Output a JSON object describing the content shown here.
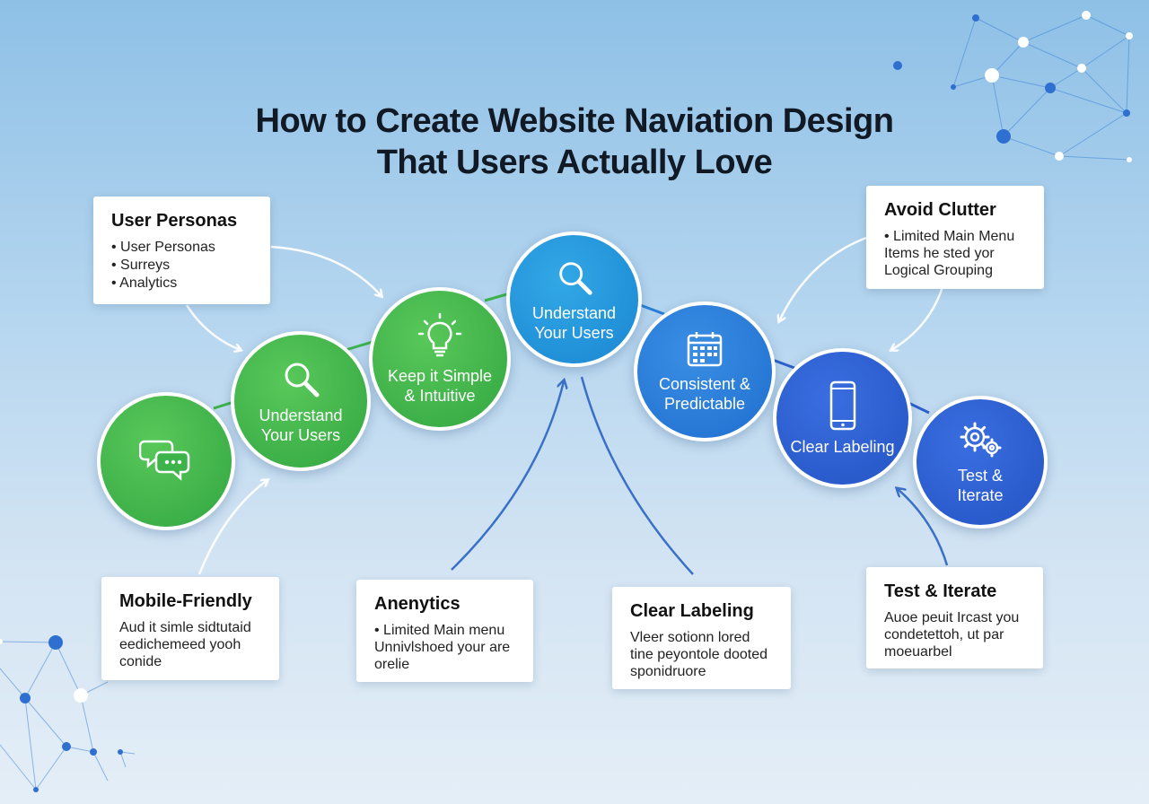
{
  "title": {
    "line1": "How to Create Website Naviation Design",
    "line2": "That Users Actually Love"
  },
  "colors": {
    "green": "#3cb44a",
    "blue_light": "#2aa0e0",
    "blue_mid": "#2b7fd8",
    "blue_dark": "#2d5fcf",
    "arrow": "#ffffff",
    "arrow_blue": "#3a70c8"
  },
  "nodes": [
    {
      "id": "chat",
      "label": "",
      "icon": "chat-bubbles-icon"
    },
    {
      "id": "understand-left",
      "label_line1": "Understand",
      "label_line2": "Your Users",
      "icon": "magnifier-icon"
    },
    {
      "id": "simple",
      "label_line1": "Keep it Simple",
      "label_line2": "& Intuitive",
      "icon": "lightbulb-icon"
    },
    {
      "id": "understand-center",
      "label_line1": "Understand",
      "label_line2": "Your Users",
      "icon": "magnifier-icon"
    },
    {
      "id": "consistent",
      "label_line1": "Consistent &",
      "label_line2": "Predictable",
      "icon": "calendar-icon"
    },
    {
      "id": "clear",
      "label_line1": "Clear Labeling",
      "label_line2": "",
      "icon": "smartphone-icon"
    },
    {
      "id": "test",
      "label_line1": "Test &",
      "label_line2": "Iterate",
      "icon": "gears-icon"
    }
  ],
  "cards": {
    "user_personas": {
      "title": "User Personas",
      "items": [
        "• User Personas",
        "• Surreys",
        "• Analytics"
      ]
    },
    "avoid_clutter": {
      "title": "Avoid Clutter",
      "lines": [
        "• Limited Main Menu",
        "Items he sted yor",
        "Logical Grouping"
      ]
    },
    "mobile_friendly": {
      "title": "Mobile-Friendly",
      "lines": [
        "Aud it simle sidtutaid",
        "eedichemeed yooh",
        "conide"
      ]
    },
    "anenytics": {
      "title": "Anenytics",
      "lines": [
        "• Limited Main menu",
        "Unnivlshoed your are",
        "orelie"
      ]
    },
    "clear_labeling": {
      "title": "Clear Labeling",
      "lines": [
        "Vleer sotionn lored",
        "tine peyontole dooted",
        "sponidruore"
      ]
    },
    "test_iterate": {
      "title": "Test & Iterate",
      "lines": [
        "Auoe peuit Ircast you",
        "condetettoh, ut par",
        "moeuarbel"
      ]
    }
  }
}
